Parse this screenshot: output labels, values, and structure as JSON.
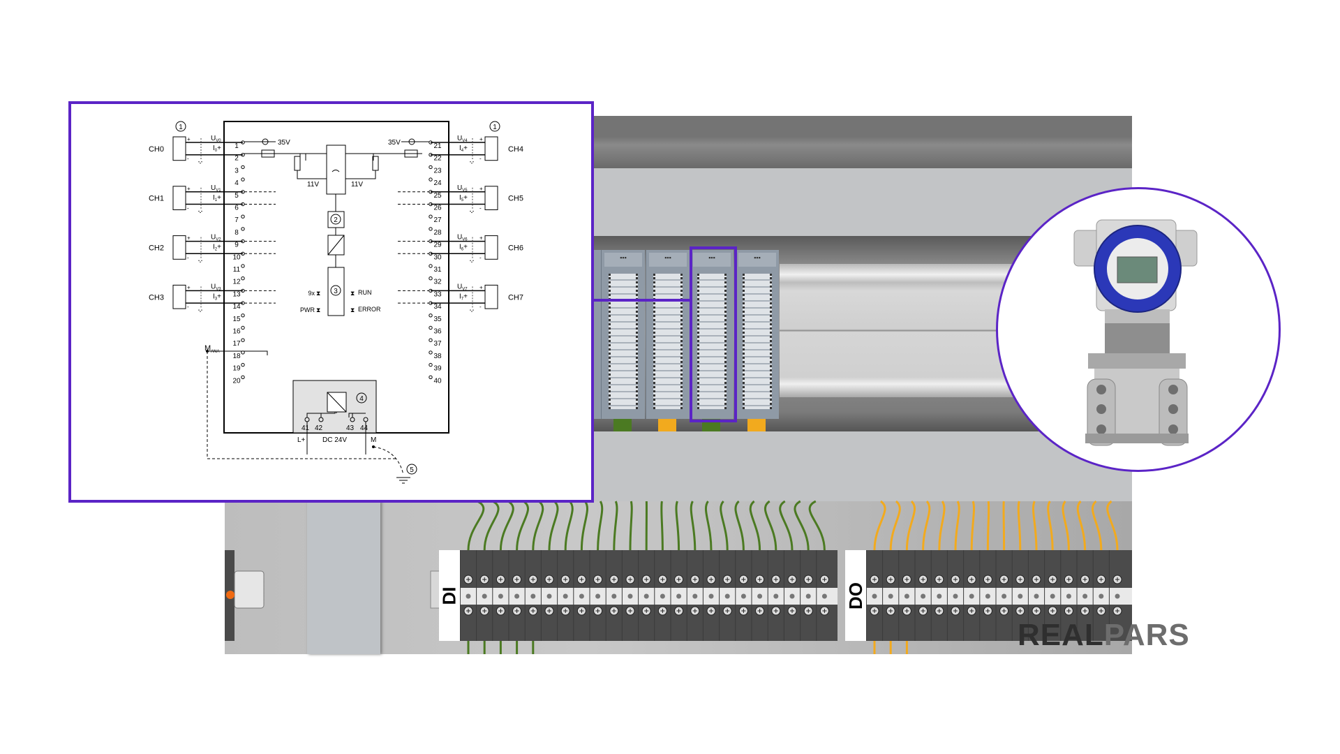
{
  "colors": {
    "accent_purple": "#5b24c6",
    "wire_green": "#4b7a22",
    "wire_yellow": "#f2aa1e",
    "transmitter_blue": "#2b38b8"
  },
  "diagram": {
    "callout_1": "1",
    "callout_2": "2",
    "callout_3": "3",
    "callout_4": "4",
    "callout_5": "5",
    "channels": [
      {
        "label": "CH0",
        "u": "U",
        "u_sub": "V0",
        "i": "I",
        "i_sub": "0",
        "side": "left",
        "terminal": 1
      },
      {
        "label": "CH1",
        "u": "U",
        "u_sub": "V1",
        "i": "I",
        "i_sub": "1",
        "side": "left",
        "terminal": 5
      },
      {
        "label": "CH2",
        "u": "U",
        "u_sub": "V2",
        "i": "I",
        "i_sub": "2",
        "side": "left",
        "terminal": 9
      },
      {
        "label": "CH3",
        "u": "U",
        "u_sub": "V3",
        "i": "I",
        "i_sub": "3",
        "side": "left",
        "terminal": 13
      },
      {
        "label": "CH4",
        "u": "U",
        "u_sub": "V4",
        "i": "I",
        "i_sub": "4",
        "side": "right",
        "terminal": 21
      },
      {
        "label": "CH5",
        "u": "U",
        "u_sub": "V5",
        "i": "I",
        "i_sub": "5",
        "side": "right",
        "terminal": 25
      },
      {
        "label": "CH6",
        "u": "U",
        "u_sub": "V6",
        "i": "I",
        "i_sub": "6",
        "side": "right",
        "terminal": 29
      },
      {
        "label": "CH7",
        "u": "U",
        "u_sub": "V7",
        "i": "I",
        "i_sub": "7",
        "side": "right",
        "terminal": 33
      }
    ],
    "plus": "+",
    "minus": "-",
    "i_plus": "+",
    "left_terminals": [
      "1",
      "2",
      "3",
      "4",
      "5",
      "6",
      "7",
      "8",
      "9",
      "10",
      "11",
      "12",
      "13",
      "14",
      "15",
      "16",
      "17",
      "18",
      "19",
      "20"
    ],
    "right_terminals": [
      "21",
      "22",
      "23",
      "24",
      "25",
      "26",
      "27",
      "28",
      "29",
      "30",
      "31",
      "32",
      "33",
      "34",
      "35",
      "36",
      "37",
      "38",
      "39",
      "40"
    ],
    "voltage_35v_left": "35V",
    "voltage_35v_right": "35V",
    "voltage_11v_left": "11V",
    "voltage_11v_right": "11V",
    "led_9x": "9x",
    "led_pwr": "PWR",
    "led_run": "RUN",
    "led_error": "ERROR",
    "m_ana": "M",
    "m_ana_sub": "ANA",
    "power_terminals": [
      "41",
      "42",
      "43",
      "44"
    ],
    "l_plus": "L+",
    "dc_24v": "DC 24V",
    "m": "M"
  },
  "panel": {
    "modules": [
      {
        "connector": "green"
      },
      {
        "connector": "yellow"
      },
      {
        "connector": "green",
        "highlighted": true
      },
      {
        "connector": "yellow"
      }
    ],
    "module_header": "▪▪▪",
    "di_label": "DI",
    "do_label": "DO"
  },
  "logo": {
    "text_dark": "REAL",
    "text_light": "PARS"
  }
}
